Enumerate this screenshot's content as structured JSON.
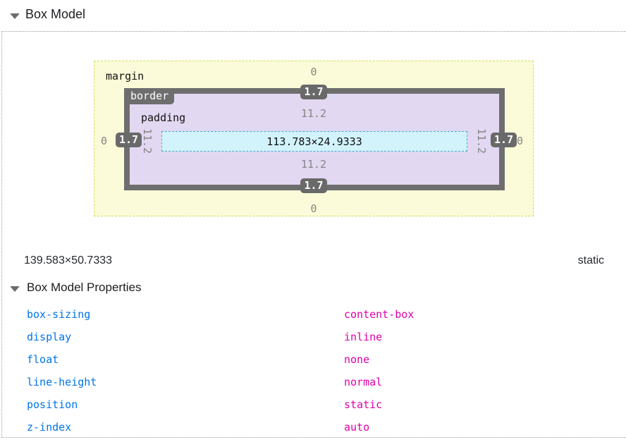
{
  "header": {
    "title": "Box Model"
  },
  "box_model": {
    "labels": {
      "margin": "margin",
      "border": "border",
      "padding": "padding"
    },
    "values": {
      "margin": {
        "top": "0",
        "right": "0",
        "bottom": "0",
        "left": "0"
      },
      "border": {
        "top": "1.7",
        "right": "1.7",
        "bottom": "1.7",
        "left": "1.7"
      },
      "padding": {
        "top": "11.2",
        "right": "11.2",
        "bottom": "11.2",
        "left": "11.2"
      },
      "content_size": "113.783×24.9333"
    }
  },
  "summary": {
    "element_size": "139.583×50.7333",
    "element_position": "static"
  },
  "properties_section": {
    "title": "Box Model Properties",
    "properties": [
      {
        "name": "box-sizing",
        "value": "content-box"
      },
      {
        "name": "display",
        "value": "inline"
      },
      {
        "name": "float",
        "value": "none"
      },
      {
        "name": "line-height",
        "value": "normal"
      },
      {
        "name": "position",
        "value": "static"
      },
      {
        "name": "z-index",
        "value": "auto"
      }
    ]
  },
  "colors": {
    "margin_fill": "#fbfbd9",
    "margin_dash": "#d6dd5e",
    "border_fill": "#6e6e6e",
    "padding_fill": "#e2d8f2",
    "content_fill": "#d2f3fb",
    "content_dash": "#4ea6cc",
    "property_name": "#0074e8",
    "property_value": "#dd00a9"
  }
}
